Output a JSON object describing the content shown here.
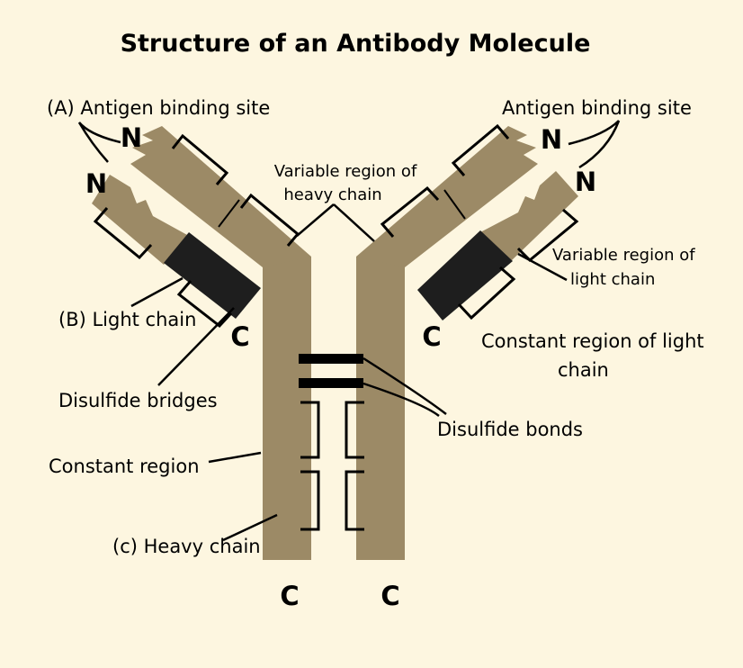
{
  "title": "Structure of an Antibody Molecule",
  "labels": {
    "antigen_site_left": "(A) Antigen binding site",
    "antigen_site_right": "Antigen binding site",
    "variable_heavy_1": "Variable region of",
    "variable_heavy_2": "heavy chain",
    "variable_light_1": "Variable region of",
    "variable_light_2": "light chain",
    "light_chain": "(B) Light chain",
    "constant_light_1": "Constant region of light",
    "constant_light_2": "chain",
    "disulfide_bridges": "Disulfide bridges",
    "disulfide_bonds": "Disulfide bonds",
    "constant_region": "Constant region",
    "heavy_chain": "(c) Heavy chain"
  },
  "termini": {
    "n": "N",
    "c": "C"
  },
  "colors": {
    "background": "#fdf6e0",
    "chain": "#9c8a66",
    "constant_light": "#1e1e1e",
    "line": "#000000"
  }
}
